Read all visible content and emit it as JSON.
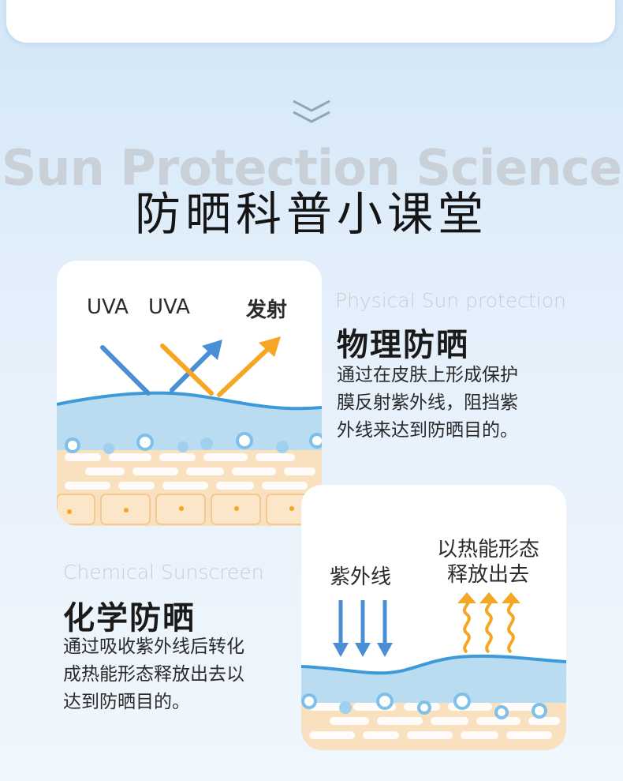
{
  "header": {
    "bg_title": "Sun Protection Science",
    "title": "防晒科普小课堂"
  },
  "physical": {
    "label_uva_1": "UVA",
    "label_uva_2": "UVA",
    "label_reflect": "发射",
    "subtitle_en": "Physical Sun protection",
    "title": "物理防晒",
    "desc_1": "通过在皮肤上形成保护",
    "desc_2": "膜反射紫外线，阻挡紫",
    "desc_3": "外线来达到防晒目的。"
  },
  "chemical": {
    "label_uv": "紫外线",
    "label_release_1": "以热能形态",
    "label_release_2": "释放出去",
    "subtitle_en": "Chemical Sunscreen",
    "title": "化学防晒",
    "desc_1": "通过吸收紫外线后转化",
    "desc_2": "成热能形态释放出去以",
    "desc_3": "达到防晒目的。"
  },
  "colors": {
    "blue_arrow": "#4a8fd6",
    "orange_arrow": "#f5a623",
    "skin_film": "#b9dcf0",
    "skin_layer": "#f9e0bf"
  }
}
